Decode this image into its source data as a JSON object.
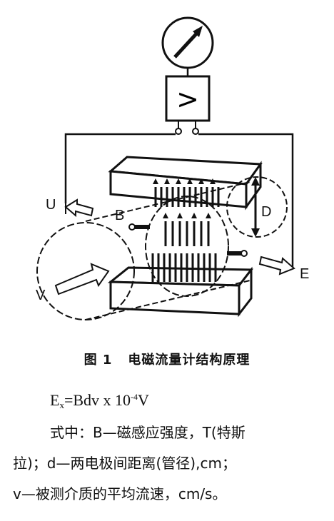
{
  "labels": {
    "u": "U",
    "b": "B",
    "d": "D",
    "v": "V",
    "e": "E",
    "amp_symbol": ">"
  },
  "caption": {
    "figure_number": "图 1",
    "title": "电磁流量计结构原理"
  },
  "formula": {
    "lhs": "E",
    "lhs_sub": "x",
    "rhs": "=Bdv x 10",
    "exponent": "-4",
    "unit": "V"
  },
  "text": {
    "line1": "式中：B—磁感应强度，T(特斯",
    "line2": "拉)；d—两电极间距离(管径),cm；",
    "line3": "v—被测介质的平均流速，cm/s。"
  },
  "icons": [
    "meter-icon",
    "amplifier-icon",
    "magnet-icon",
    "pipe-icon",
    "electrode-icon",
    "arrow-icon"
  ]
}
